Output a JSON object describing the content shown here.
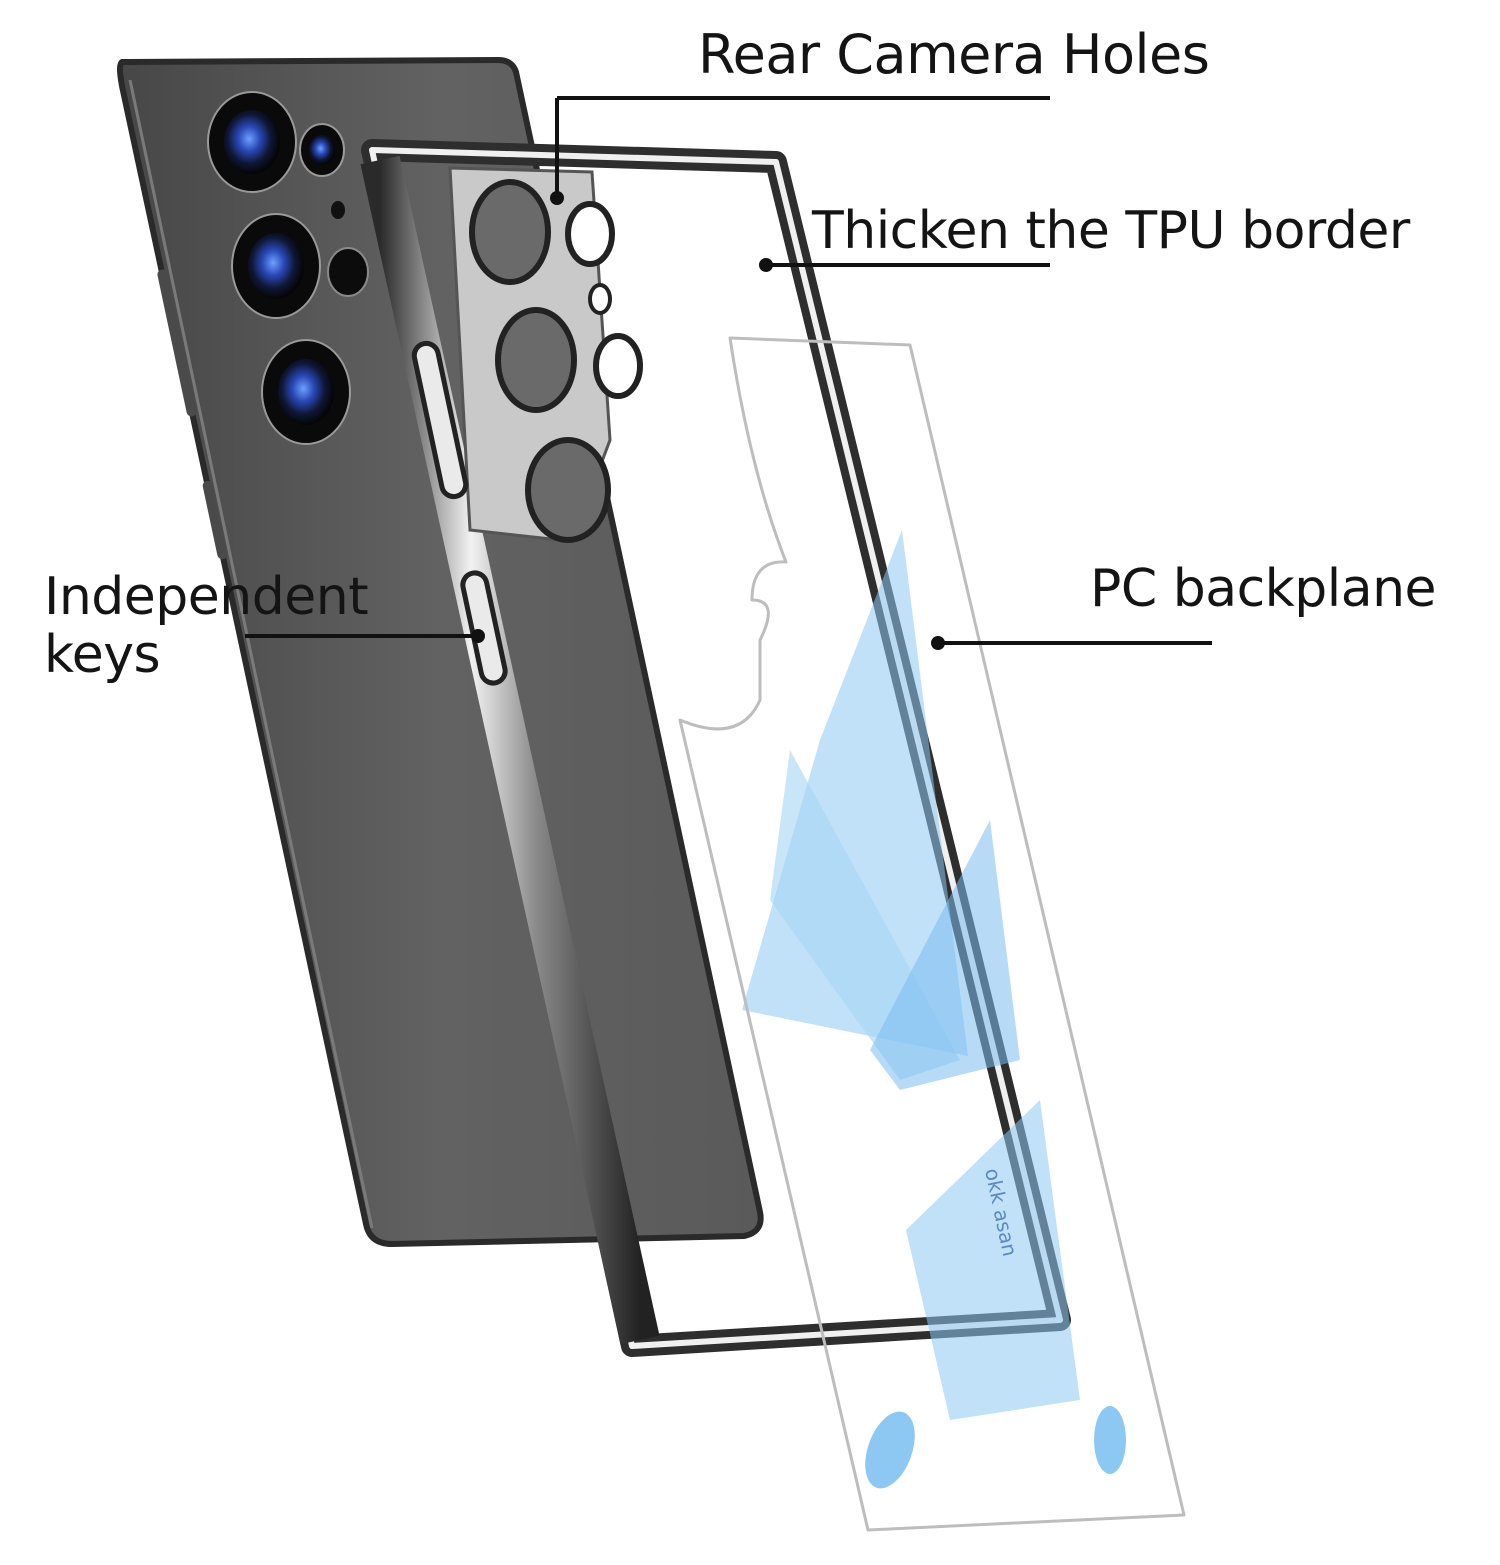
{
  "title": "Phone case exploded view",
  "colors": {
    "background": "#ffffff",
    "phone_body": "#5e5e5e",
    "phone_edge": "#2c2c2c",
    "lens_glass": "#1b2a6b",
    "lens_highlight": "#4a7de0",
    "tpu_frame": "#3a3a3a",
    "tpu_chrome": "#e6e6e6",
    "pc_panel_tint": "#8cc8f2",
    "callout_line": "#111111",
    "label_text": "#141414"
  },
  "callouts": [
    {
      "id": "rear-camera-holes",
      "label": "Rear Camera Holes"
    },
    {
      "id": "tpu-border",
      "label": "Thicken the TPU border"
    },
    {
      "id": "independent-keys",
      "label": "Independent keys"
    },
    {
      "id": "pc-backplane",
      "label": "PC backplane"
    }
  ],
  "components": {
    "phone": {
      "name": "Phone",
      "camera_lenses": 5
    },
    "tpu_frame": {
      "name": "TPU bumper frame",
      "camera_cutouts": 5
    },
    "pc_backplane": {
      "name": "Clear PC back panel",
      "printed_text": "okk asan"
    }
  }
}
